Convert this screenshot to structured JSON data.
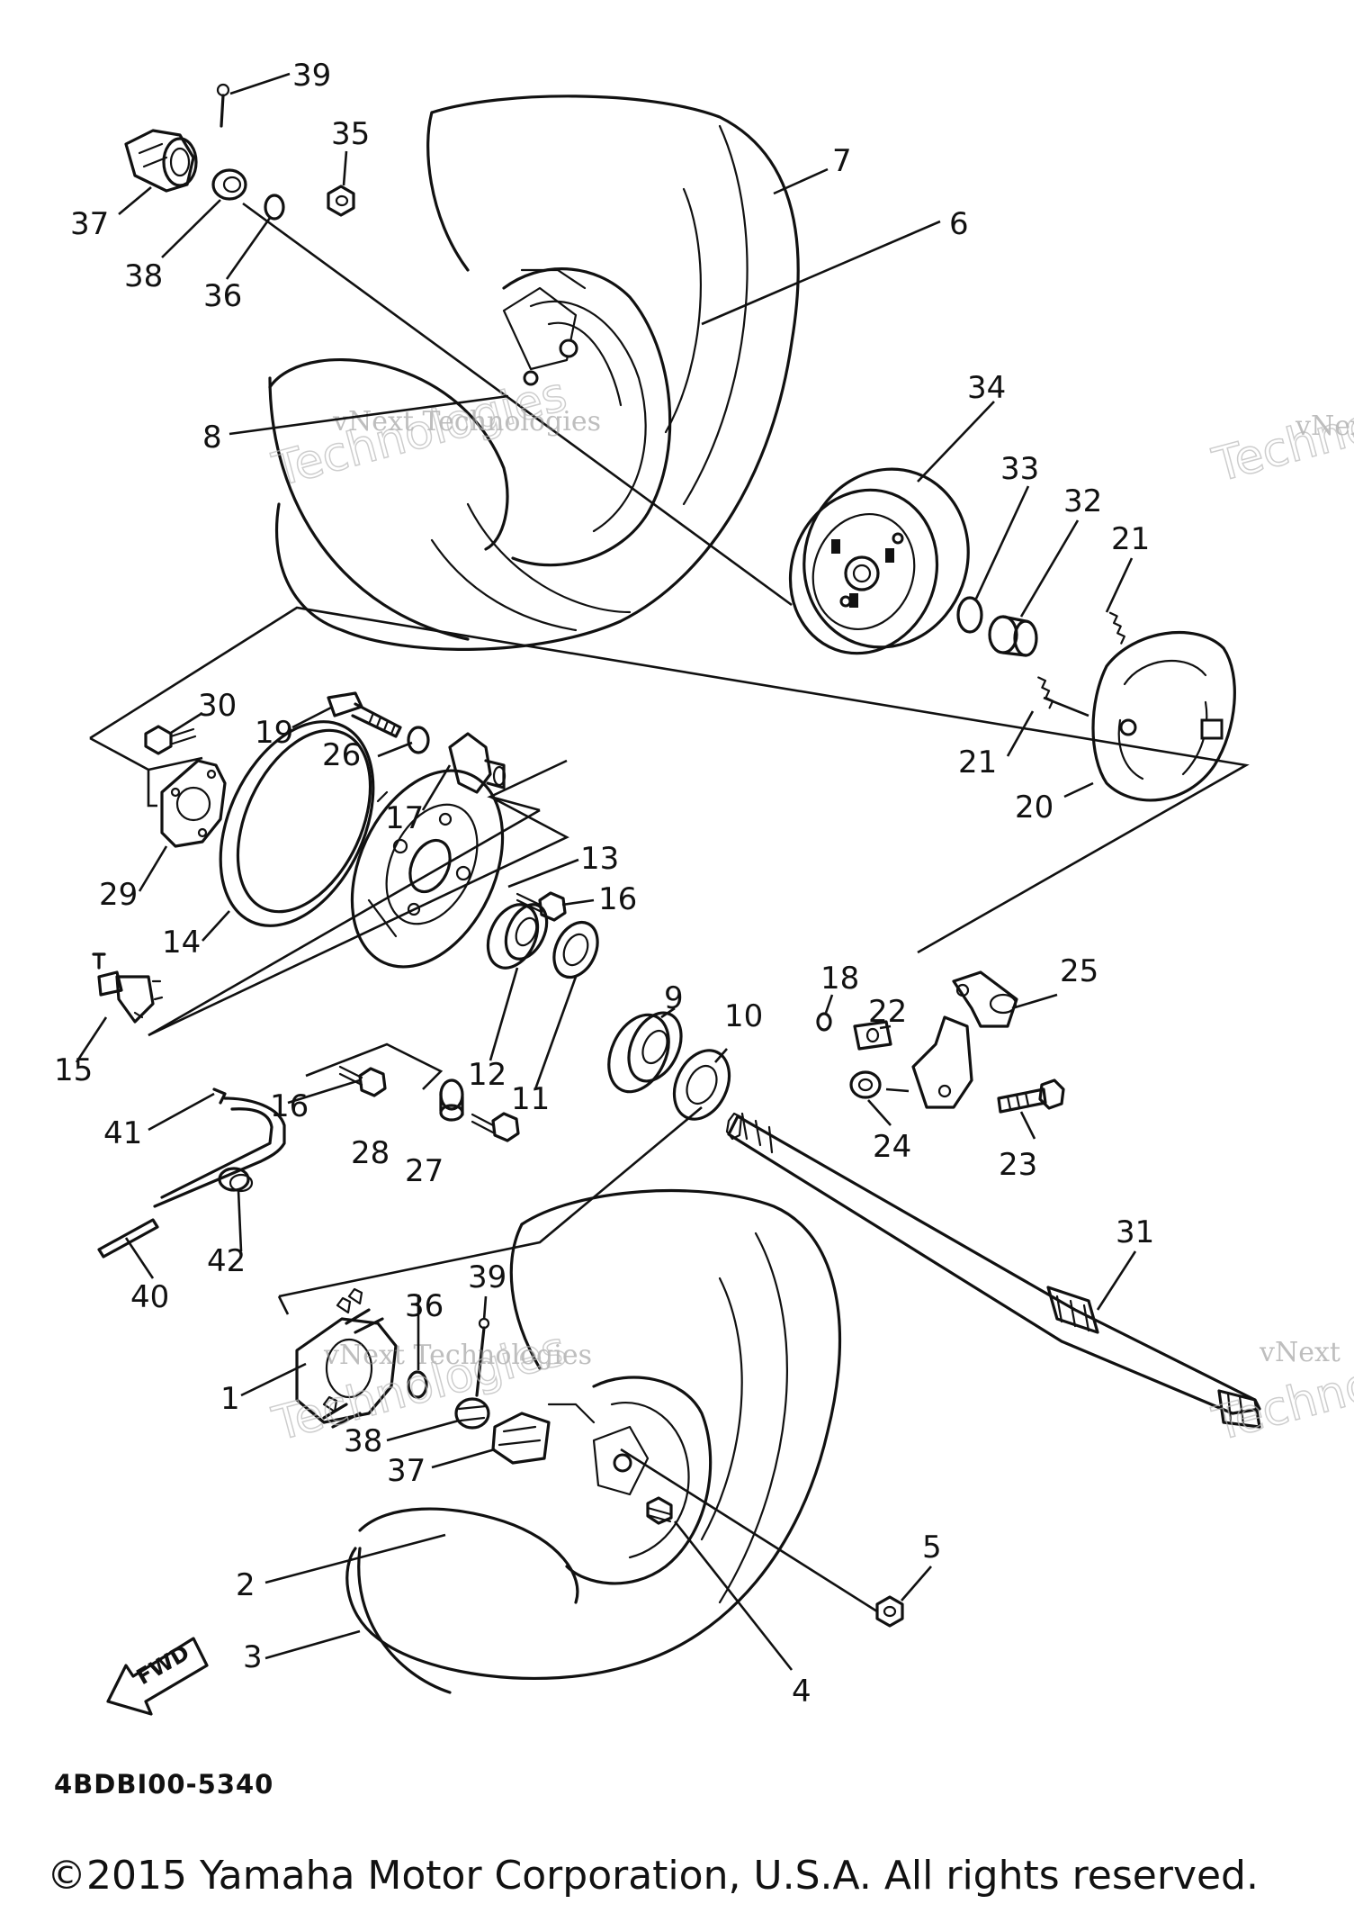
{
  "diagram": {
    "callouts": {
      "c1": "1",
      "c2": "2",
      "c3": "3",
      "c4": "4",
      "c5": "5",
      "c6": "6",
      "c7": "7",
      "c8": "8",
      "c9": "9",
      "c10": "10",
      "c11": "11",
      "c12": "12",
      "c13": "13",
      "c14": "14",
      "c15": "15",
      "c16a": "16",
      "c16b": "16",
      "c17": "17",
      "c18": "18",
      "c19": "19",
      "c20": "20",
      "c21a": "21",
      "c21b": "21",
      "c22": "22",
      "c23": "23",
      "c24": "24",
      "c25": "25",
      "c26": "26",
      "c27": "27",
      "c28": "28",
      "c29": "29",
      "c30": "30",
      "c31": "31",
      "c32": "32",
      "c33": "33",
      "c34": "34",
      "c35": "35",
      "c36a": "36",
      "c36b": "36",
      "c37a": "37",
      "c37b": "37",
      "c38a": "38",
      "c38b": "38",
      "c39a": "39",
      "c39b": "39",
      "c40": "40",
      "c41": "41",
      "c42": "42"
    },
    "fwd_label": "FWD",
    "diagram_code": "4BDBI00-5340",
    "watermark": {
      "line1": "vNext Technologies",
      "brand": "vNext",
      "word": "Technologies"
    }
  },
  "footer": {
    "copyright": "©2015 Yamaha Motor Corporation, U.S.A. All rights reserved."
  }
}
